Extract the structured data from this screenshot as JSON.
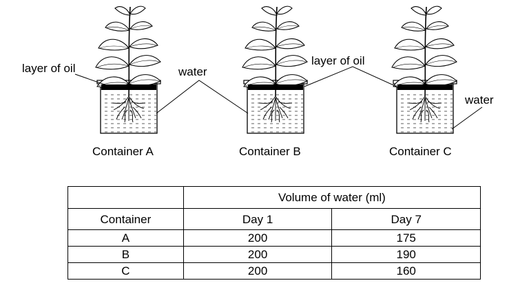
{
  "diagram": {
    "containers": [
      {
        "label": "Container A"
      },
      {
        "label": "Container B"
      },
      {
        "label": "Container C"
      }
    ],
    "annotations": {
      "oil_a": "layer of oil",
      "water_ab": "water",
      "oil_bc": "layer of oil",
      "water_c": "water"
    }
  },
  "table": {
    "corner_header": "",
    "group_header": "Volume of water (ml)",
    "col_container": "Container",
    "col_day1": "Day 1",
    "col_day7": "Day 7",
    "rows": [
      {
        "container": "A",
        "day1": "200",
        "day7": "175"
      },
      {
        "container": "B",
        "day1": "200",
        "day7": "190"
      },
      {
        "container": "C",
        "day1": "200",
        "day7": "160"
      }
    ]
  }
}
